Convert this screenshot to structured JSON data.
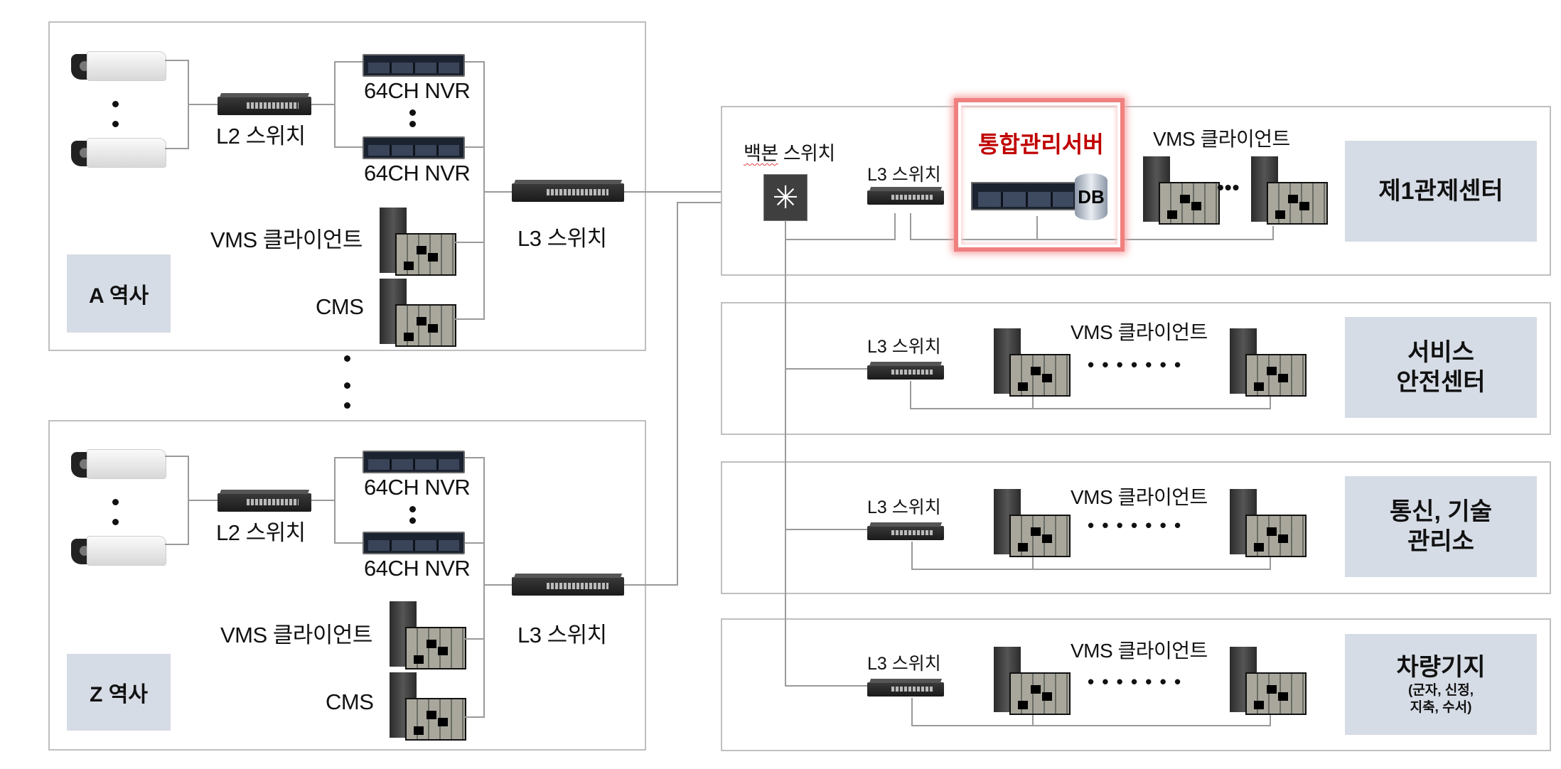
{
  "diagram": {
    "type": "network-architecture",
    "stations": [
      {
        "id": "a",
        "label": "A 역사",
        "devices": {
          "l2_switch": "L2 스위치",
          "nvr_top": "64CH NVR",
          "nvr_bottom": "64CH NVR",
          "vms_client": "VMS 클라이언트",
          "cms": "CMS",
          "l3_switch": "L3 스위치"
        }
      },
      {
        "id": "z",
        "label": "Z 역사",
        "devices": {
          "l2_switch": "L2 스위치",
          "nvr_top": "64CH NVR",
          "nvr_bottom": "64CH NVR",
          "vms_client": "VMS 클라이언트",
          "cms": "CMS",
          "l3_switch": "L3 스위치"
        }
      }
    ],
    "backbone": {
      "label_part1": "백본",
      "label_part2": " 스위치"
    },
    "centers": [
      {
        "id": "center1",
        "label": "제1관제센터",
        "sub": "",
        "l3_switch": "L3 스위치",
        "server_title": "통합관리서버",
        "db_label": "DB",
        "vms_client": "VMS 클라이언트",
        "ellipsis": "•••"
      },
      {
        "id": "center2",
        "label_line1": "서비스",
        "label_line2": "안전센터",
        "l3_switch": "L3 스위치",
        "vms_client": "VMS 클라이언트",
        "ellipsis": "• • • • • • •"
      },
      {
        "id": "center3",
        "label_line1": "통신, 기술",
        "label_line2": "관리소",
        "l3_switch": "L3 스위치",
        "vms_client": "VMS 클라이언트",
        "ellipsis": "• • • • • • •"
      },
      {
        "id": "center4",
        "label_line1": "차량기지",
        "sub_line1": "(군자, 신정,",
        "sub_line2": "지축, 수서)",
        "l3_switch": "L3 스위치",
        "vms_client": "VMS 클라이언트",
        "ellipsis": "• • • • • • •"
      }
    ],
    "colors": {
      "frame_border": "#bfbfbf",
      "label_fill": "#d6dce5",
      "connector": "#9a9a9a",
      "server_title": "#c00000",
      "highlight": "#f08080"
    }
  }
}
